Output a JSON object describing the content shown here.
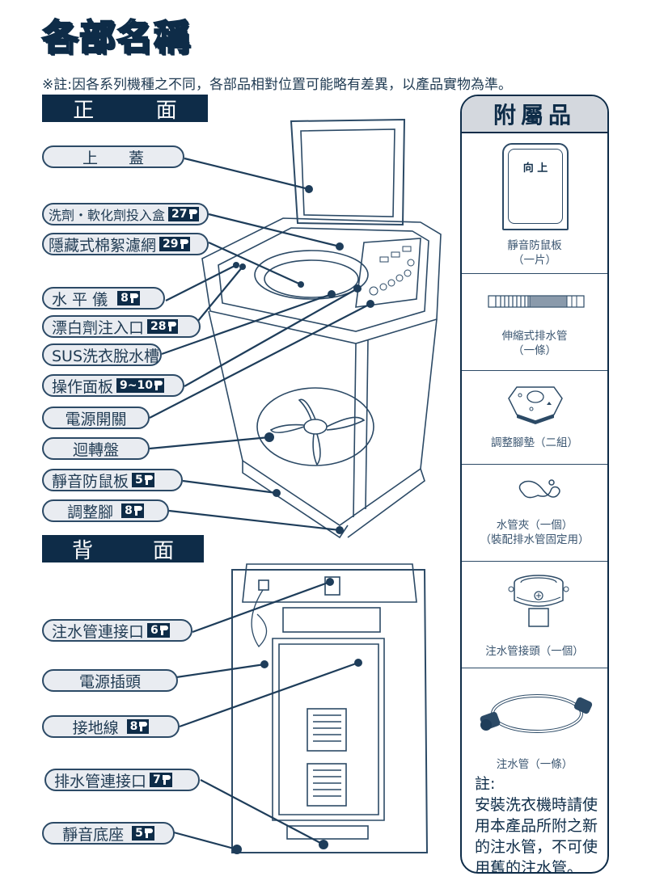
{
  "title": "各部名稱",
  "note": "※註:因各系列機種之不同，各部品相對位置可能略有差異，以產品實物為準。",
  "front": {
    "header": [
      "正",
      "面"
    ],
    "labels": [
      {
        "text": "上　　蓋",
        "page": null
      },
      {
        "text": "洗劑・軟化劑投入盒",
        "page": "27"
      },
      {
        "text": "隱藏式棉絮濾網",
        "page": "29"
      },
      {
        "text": "水 平 儀",
        "page": "8"
      },
      {
        "text": "漂白劑注入口",
        "page": "28"
      },
      {
        "text": "SUS洗衣脫水槽",
        "page": null
      },
      {
        "text": "操作面板",
        "page": "9~10"
      },
      {
        "text": "電源開關",
        "page": null
      },
      {
        "text": "迴轉盤",
        "page": null
      },
      {
        "text": "靜音防鼠板",
        "page": "5"
      },
      {
        "text": "調整腳",
        "page": "8"
      }
    ]
  },
  "back": {
    "header": [
      "背",
      "面"
    ],
    "labels": [
      {
        "text": "注水管連接口",
        "page": "6"
      },
      {
        "text": "電源插頭",
        "page": null
      },
      {
        "text": "接地線",
        "page": "8"
      },
      {
        "text": "排水管連接口",
        "page": "7"
      },
      {
        "text": "靜音底座",
        "page": "5"
      }
    ]
  },
  "accessories": {
    "header": "附屬品",
    "items": [
      {
        "name": "靜音防鼠板",
        "qty": "（一片）",
        "icon": "mouse-guard-plate-icon",
        "plate_text": "向 上"
      },
      {
        "name": "伸縮式排水管",
        "qty": "（一條）",
        "icon": "drain-hose-icon"
      },
      {
        "name": "調整腳墊（二組）",
        "qty": "",
        "icon": "leveling-foot-pad-icon"
      },
      {
        "name": "水管夾（一個）",
        "qty": "（裝配排水管固定用）",
        "icon": "hose-clamp-icon"
      },
      {
        "name": "注水管接頭（一個）",
        "qty": "",
        "icon": "inlet-connector-icon"
      },
      {
        "name": "注水管（一條）",
        "qty": "",
        "icon": "inlet-hose-icon"
      }
    ],
    "note_title": "註:",
    "note_body": "安裝洗衣機時請使用本產品所附之新的注水管，不可使用舊的注水管。"
  },
  "colors": {
    "navy": "#0e2c48",
    "pill_fill": "#e9ecf1",
    "line": "#2c4a66",
    "header_fill": "#d4d8de"
  }
}
